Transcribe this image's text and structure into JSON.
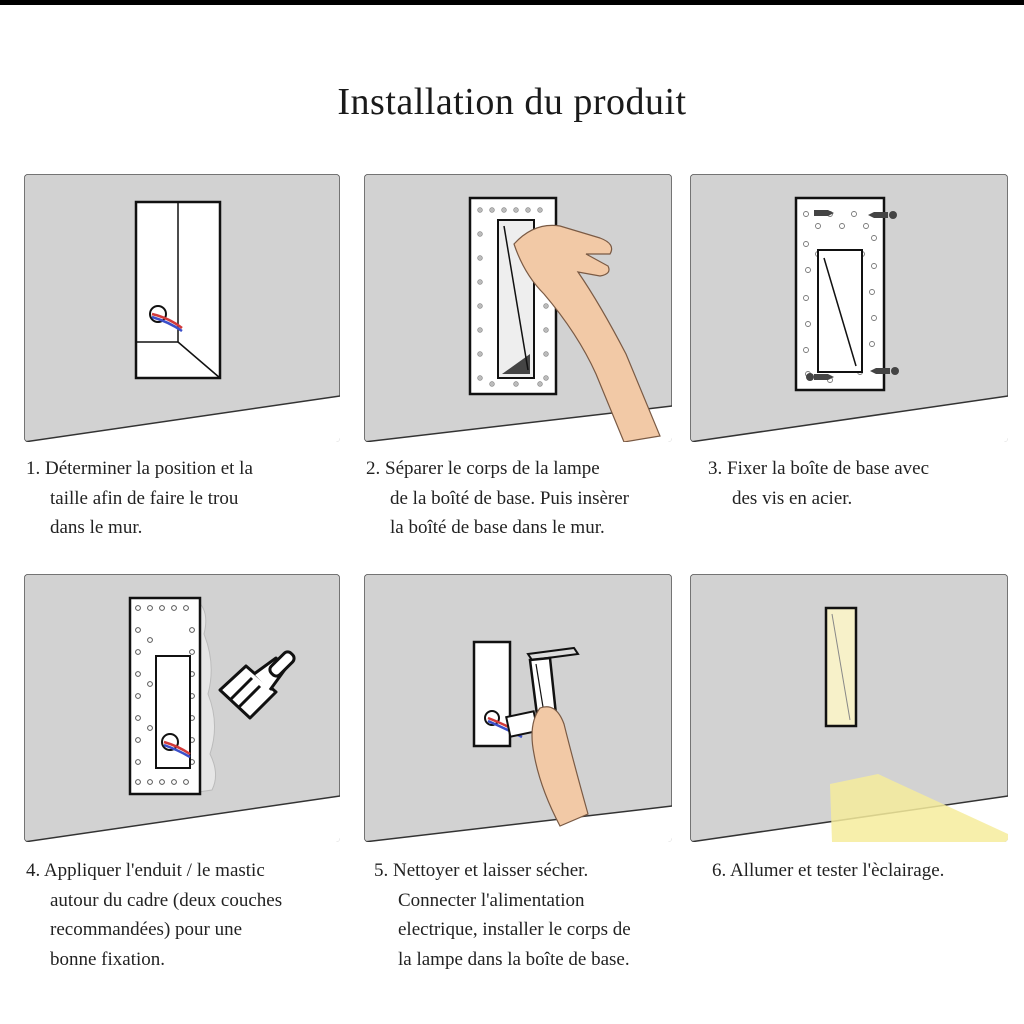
{
  "title": "Installation du produit",
  "steps": [
    {
      "lines": [
        "1. Déterminer la position et la",
        "taille afin de faire le trou",
        "dans le mur."
      ]
    },
    {
      "lines": [
        "2. Séparer le corps de la lampe",
        "de la boîté de base. Puis insèrer",
        "la boîté de base dans le mur."
      ]
    },
    {
      "lines": [
        "3. Fixer la boîte de base avec",
        "des vis en acier."
      ]
    },
    {
      "lines": [
        "4. Appliquer l'enduit / le mastic",
        "autour du cadre (deux couches",
        "recommandées) pour une",
        "bonne fixation."
      ]
    },
    {
      "lines": [
        "5. Nettoyer et laisser sécher.",
        "Connecter l'alimentation",
        "electrique, installer le corps de",
        "la lampe dans la boîte de base."
      ]
    },
    {
      "lines": [
        "6. Allumer et tester l'èclairage."
      ]
    }
  ],
  "colors": {
    "wall": "#d2d2d2",
    "floor": "#ffffff",
    "outline": "#222222",
    "wire_red": "#d23a3a",
    "wire_blue": "#3b4fc9",
    "light_glow": "#f6ec9c",
    "skin": "#f2c9a6"
  }
}
